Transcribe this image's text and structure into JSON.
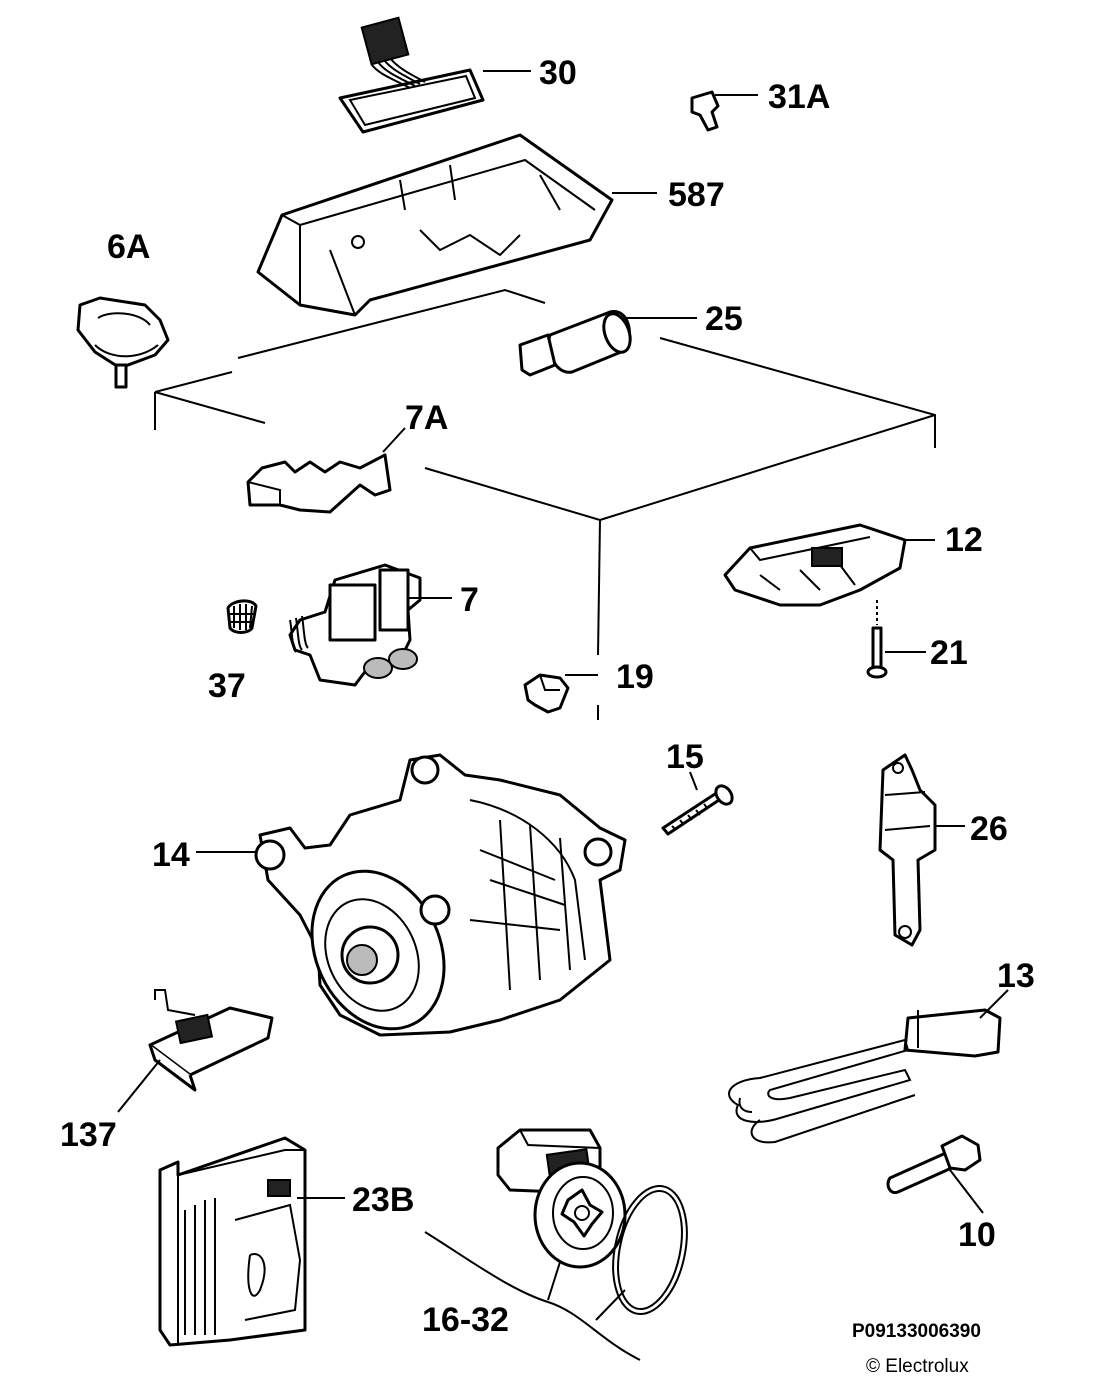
{
  "diagram": {
    "labels": {
      "p30": "30",
      "p31a": "31A",
      "p587": "587",
      "p6a": "6A",
      "p25": "25",
      "p7a": "7A",
      "p12": "12",
      "p7": "7",
      "p21": "21",
      "p37": "37",
      "p19": "19",
      "p15": "15",
      "p26": "26",
      "p14": "14",
      "p13": "13",
      "p137": "137",
      "p23b": "23B",
      "p10": "10",
      "p16_32": "16-32"
    },
    "code": "P09133006390",
    "copyright": "© Electrolux"
  }
}
